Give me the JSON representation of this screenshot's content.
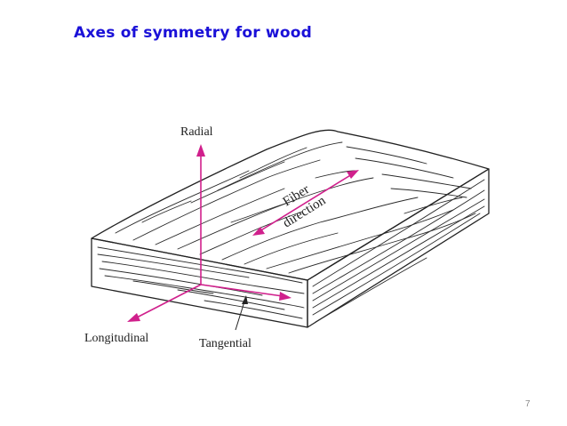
{
  "slide": {
    "title": "Axes of symmetry for wood",
    "page_number": "7"
  },
  "diagram": {
    "labels": {
      "radial": "Radial",
      "longitudinal": "Longitudinal",
      "tangential": "Tangential",
      "fiber_line1": "Fiber",
      "fiber_line2": "direction"
    },
    "colors": {
      "title": "#1a10d8",
      "axis": "#d0208c",
      "ink": "#222222"
    }
  }
}
